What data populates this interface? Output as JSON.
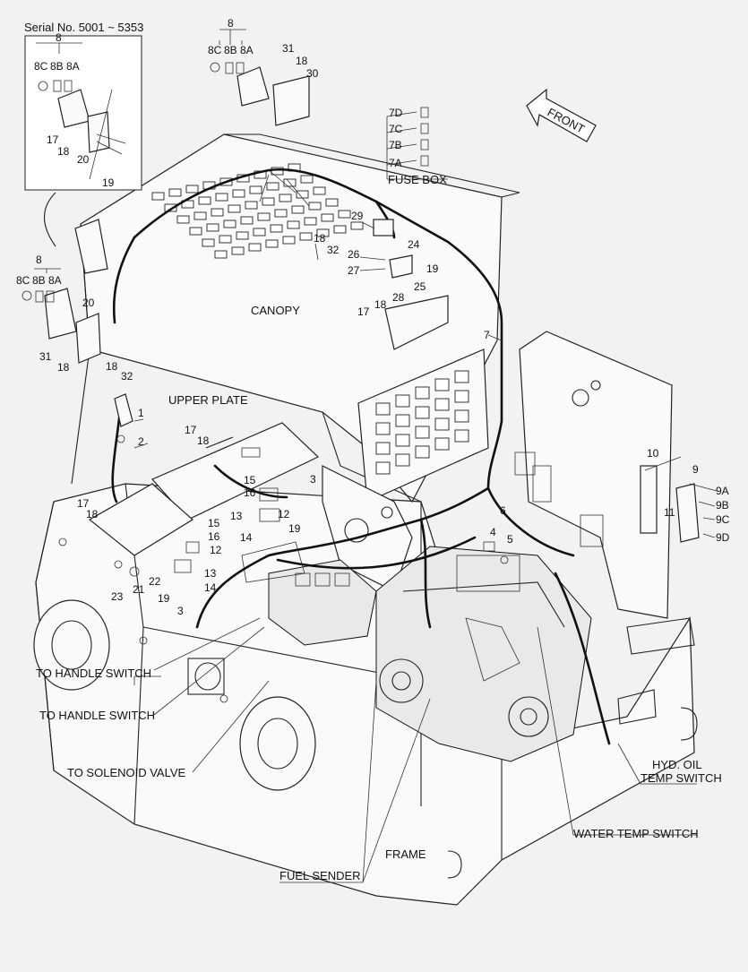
{
  "inset": {
    "serial": "Serial No. 5001 ~ 5353",
    "labels": [
      "8",
      "8C",
      "8B",
      "8A",
      "17",
      "18",
      "20",
      "19"
    ]
  },
  "callouts": {
    "c8": "8",
    "c8c": "8C",
    "c8b": "8B",
    "c8a": "8A",
    "c31": "31",
    "c18": "18",
    "c30": "30",
    "c7d": "7D",
    "c7c": "7C",
    "c7b": "7B",
    "c7a": "7A",
    "c29": "29",
    "c24": "24",
    "c26": "26",
    "c27": "27",
    "c19": "19",
    "c25": "25",
    "c17": "17",
    "c18b": "18",
    "c28": "28",
    "c18c": "18",
    "c32": "32",
    "c7": "7",
    "l8": "8",
    "l8c": "8C",
    "l8b": "8B",
    "l8a": "8A",
    "l20": "20",
    "l31": "31",
    "l18": "18",
    "l18b": "18",
    "l32": "32",
    "c1": "1",
    "c2": "2",
    "c17b": "17",
    "c18d": "18",
    "c15": "15",
    "c16": "16",
    "c3": "3",
    "c17c": "17",
    "c18e": "18",
    "c13": "13",
    "c12": "12",
    "c14": "14",
    "c19b": "19",
    "c15b": "15",
    "c16b": "16",
    "c12b": "12",
    "c13b": "13",
    "c14b": "14",
    "c23": "23",
    "c21": "21",
    "c22": "22",
    "c19c": "19",
    "c3b": "3",
    "c6": "6",
    "c4": "4",
    "c5": "5",
    "c10": "10",
    "c9": "9",
    "c9a": "9A",
    "c11": "11",
    "c9b": "9B",
    "c9c": "9C",
    "c9d": "9D"
  },
  "labels": {
    "front": "FRONT",
    "fuse_box": "FUSE BOX",
    "canopy": "CANOPY",
    "upper_plate": "UPPER PLATE",
    "to_handle_switch_1": "TO HANDLE SWITCH",
    "to_handle_switch_2": "TO HANDLE SWITCH",
    "to_solenoid_valve": "TO SOLENOID VALVE",
    "hyd_oil_1": "HYD. OIL",
    "hyd_oil_2": "TEMP SWITCH",
    "water_temp_switch": "WATER TEMP SWITCH",
    "frame": "FRAME",
    "fuel_sender": "FUEL SENDER"
  }
}
